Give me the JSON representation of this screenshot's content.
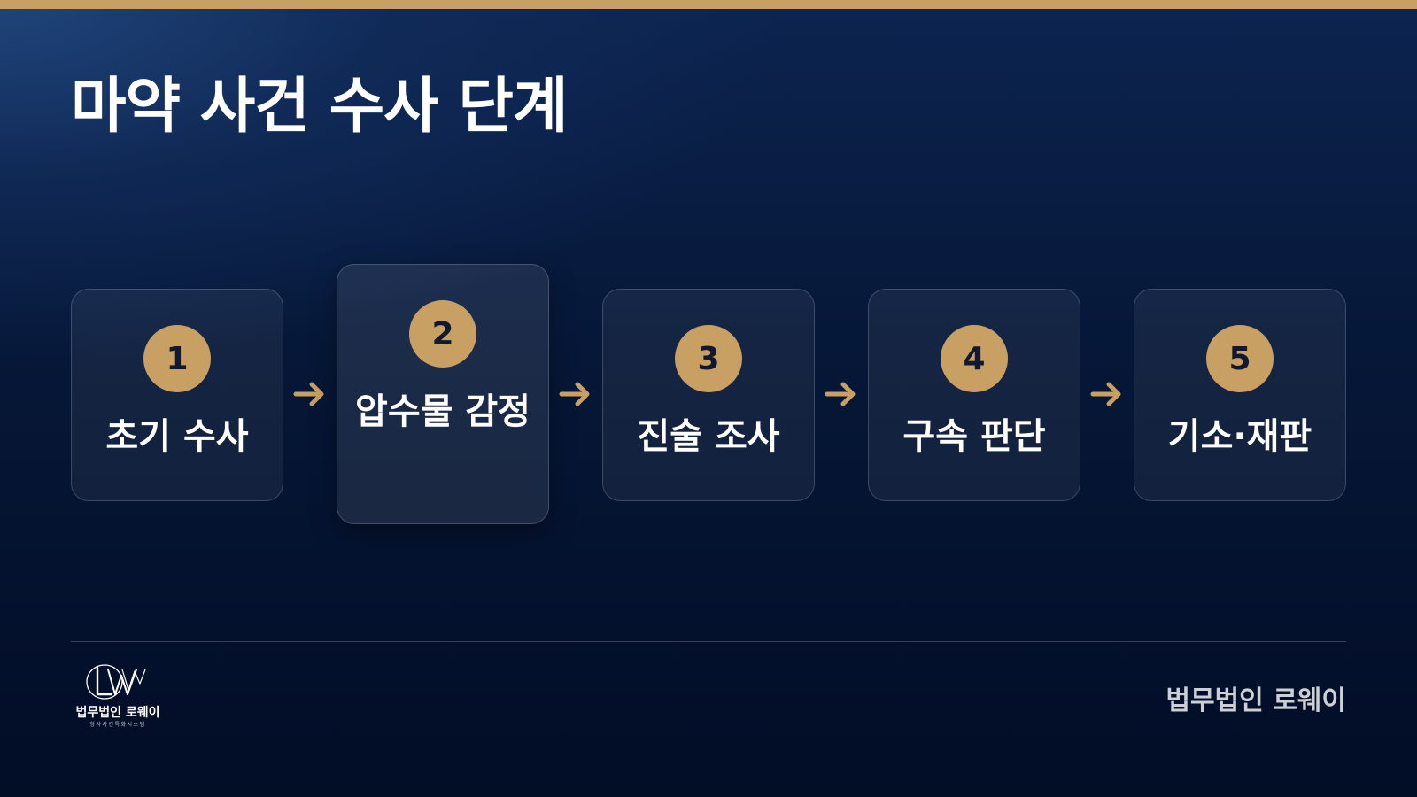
{
  "slide": {
    "title": "마약 사건 수사 단계",
    "steps": [
      {
        "number": "1",
        "label": "초기 수사"
      },
      {
        "number": "2",
        "label": "압수물 감정"
      },
      {
        "number": "3",
        "label": "진술 조사"
      },
      {
        "number": "4",
        "label": "구속 판단"
      },
      {
        "number": "5",
        "label": "기소·재판"
      }
    ]
  },
  "logo": {
    "monogram": "LW",
    "name": "법무법인 로웨이",
    "tagline": "형사사건특화시스템"
  },
  "footer": {
    "firm_name": "법무법인 로웨이"
  },
  "colors": {
    "accent": "#c9a063",
    "background": "#061737",
    "text": "#ffffff"
  }
}
